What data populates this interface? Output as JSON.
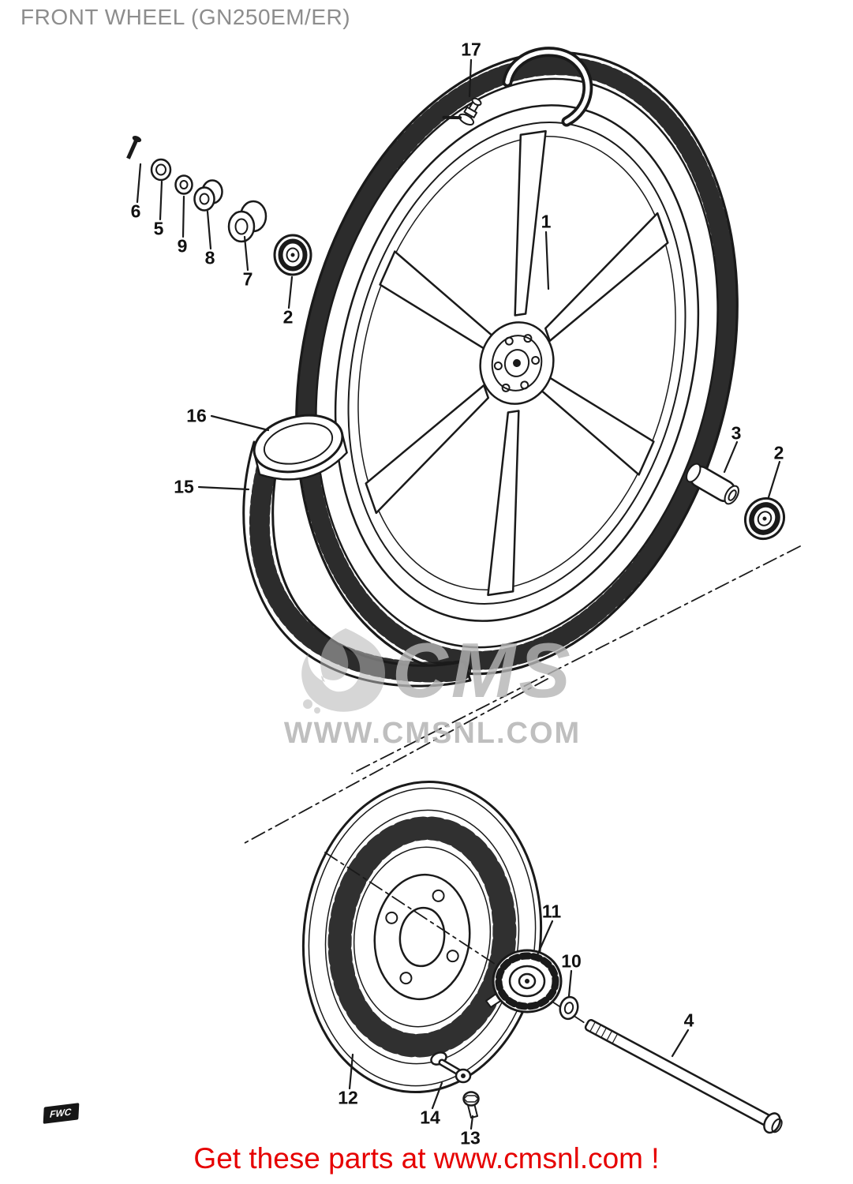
{
  "page": {
    "title": "FRONT WHEEL (GN250EM/ER)"
  },
  "watermark": {
    "logo_text": "CMS",
    "url_text": "WWW.CMSNL.COM"
  },
  "footer": {
    "text": "Get these parts at www.cmsnl.com !"
  },
  "stamp": {
    "text": "FWC"
  },
  "colors": {
    "title": "#8d8d8d",
    "footer_red": "#e60000",
    "watermark_gray": "#b5b5b5",
    "line_black": "#1a1a1a"
  },
  "diagram": {
    "callouts": [
      {
        "part": "17"
      },
      {
        "part": "1"
      },
      {
        "part": "6"
      },
      {
        "part": "5"
      },
      {
        "part": "9"
      },
      {
        "part": "8"
      },
      {
        "part": "7"
      },
      {
        "part": "2"
      },
      {
        "part": "16"
      },
      {
        "part": "15"
      },
      {
        "part": "3"
      },
      {
        "part": "2"
      },
      {
        "part": "11"
      },
      {
        "part": "10"
      },
      {
        "part": "12"
      },
      {
        "part": "14"
      },
      {
        "part": "13"
      },
      {
        "part": "4"
      }
    ]
  }
}
